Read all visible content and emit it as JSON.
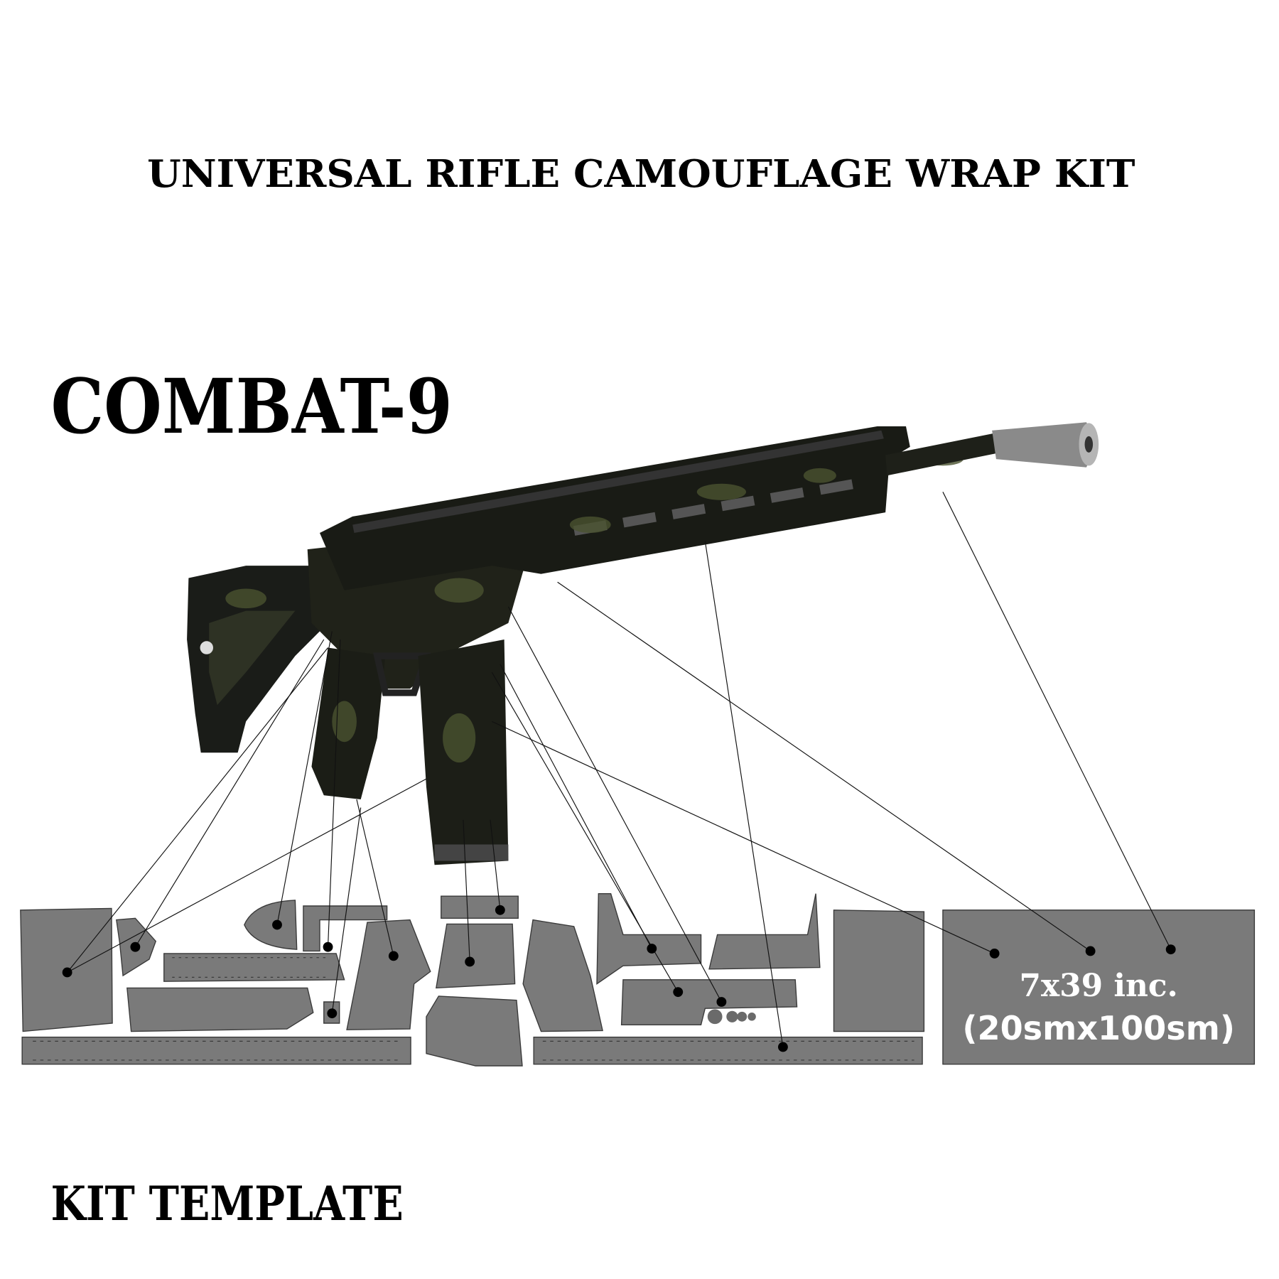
{
  "header": {
    "title": "UNIVERSAL RIFLE CAMOUFLAGE WRAP KIT"
  },
  "product": {
    "pattern_name": "COMBAT-9"
  },
  "template": {
    "size_line1": "7x39 inc.",
    "size_line2": "(20smx100sm)",
    "footer_label": "KIT TEMPLATE"
  },
  "colors": {
    "template_fill": "#7a7a7a",
    "rifle_base": "#1a1c18",
    "camo_green": "#4a5230",
    "text": "#000000"
  }
}
